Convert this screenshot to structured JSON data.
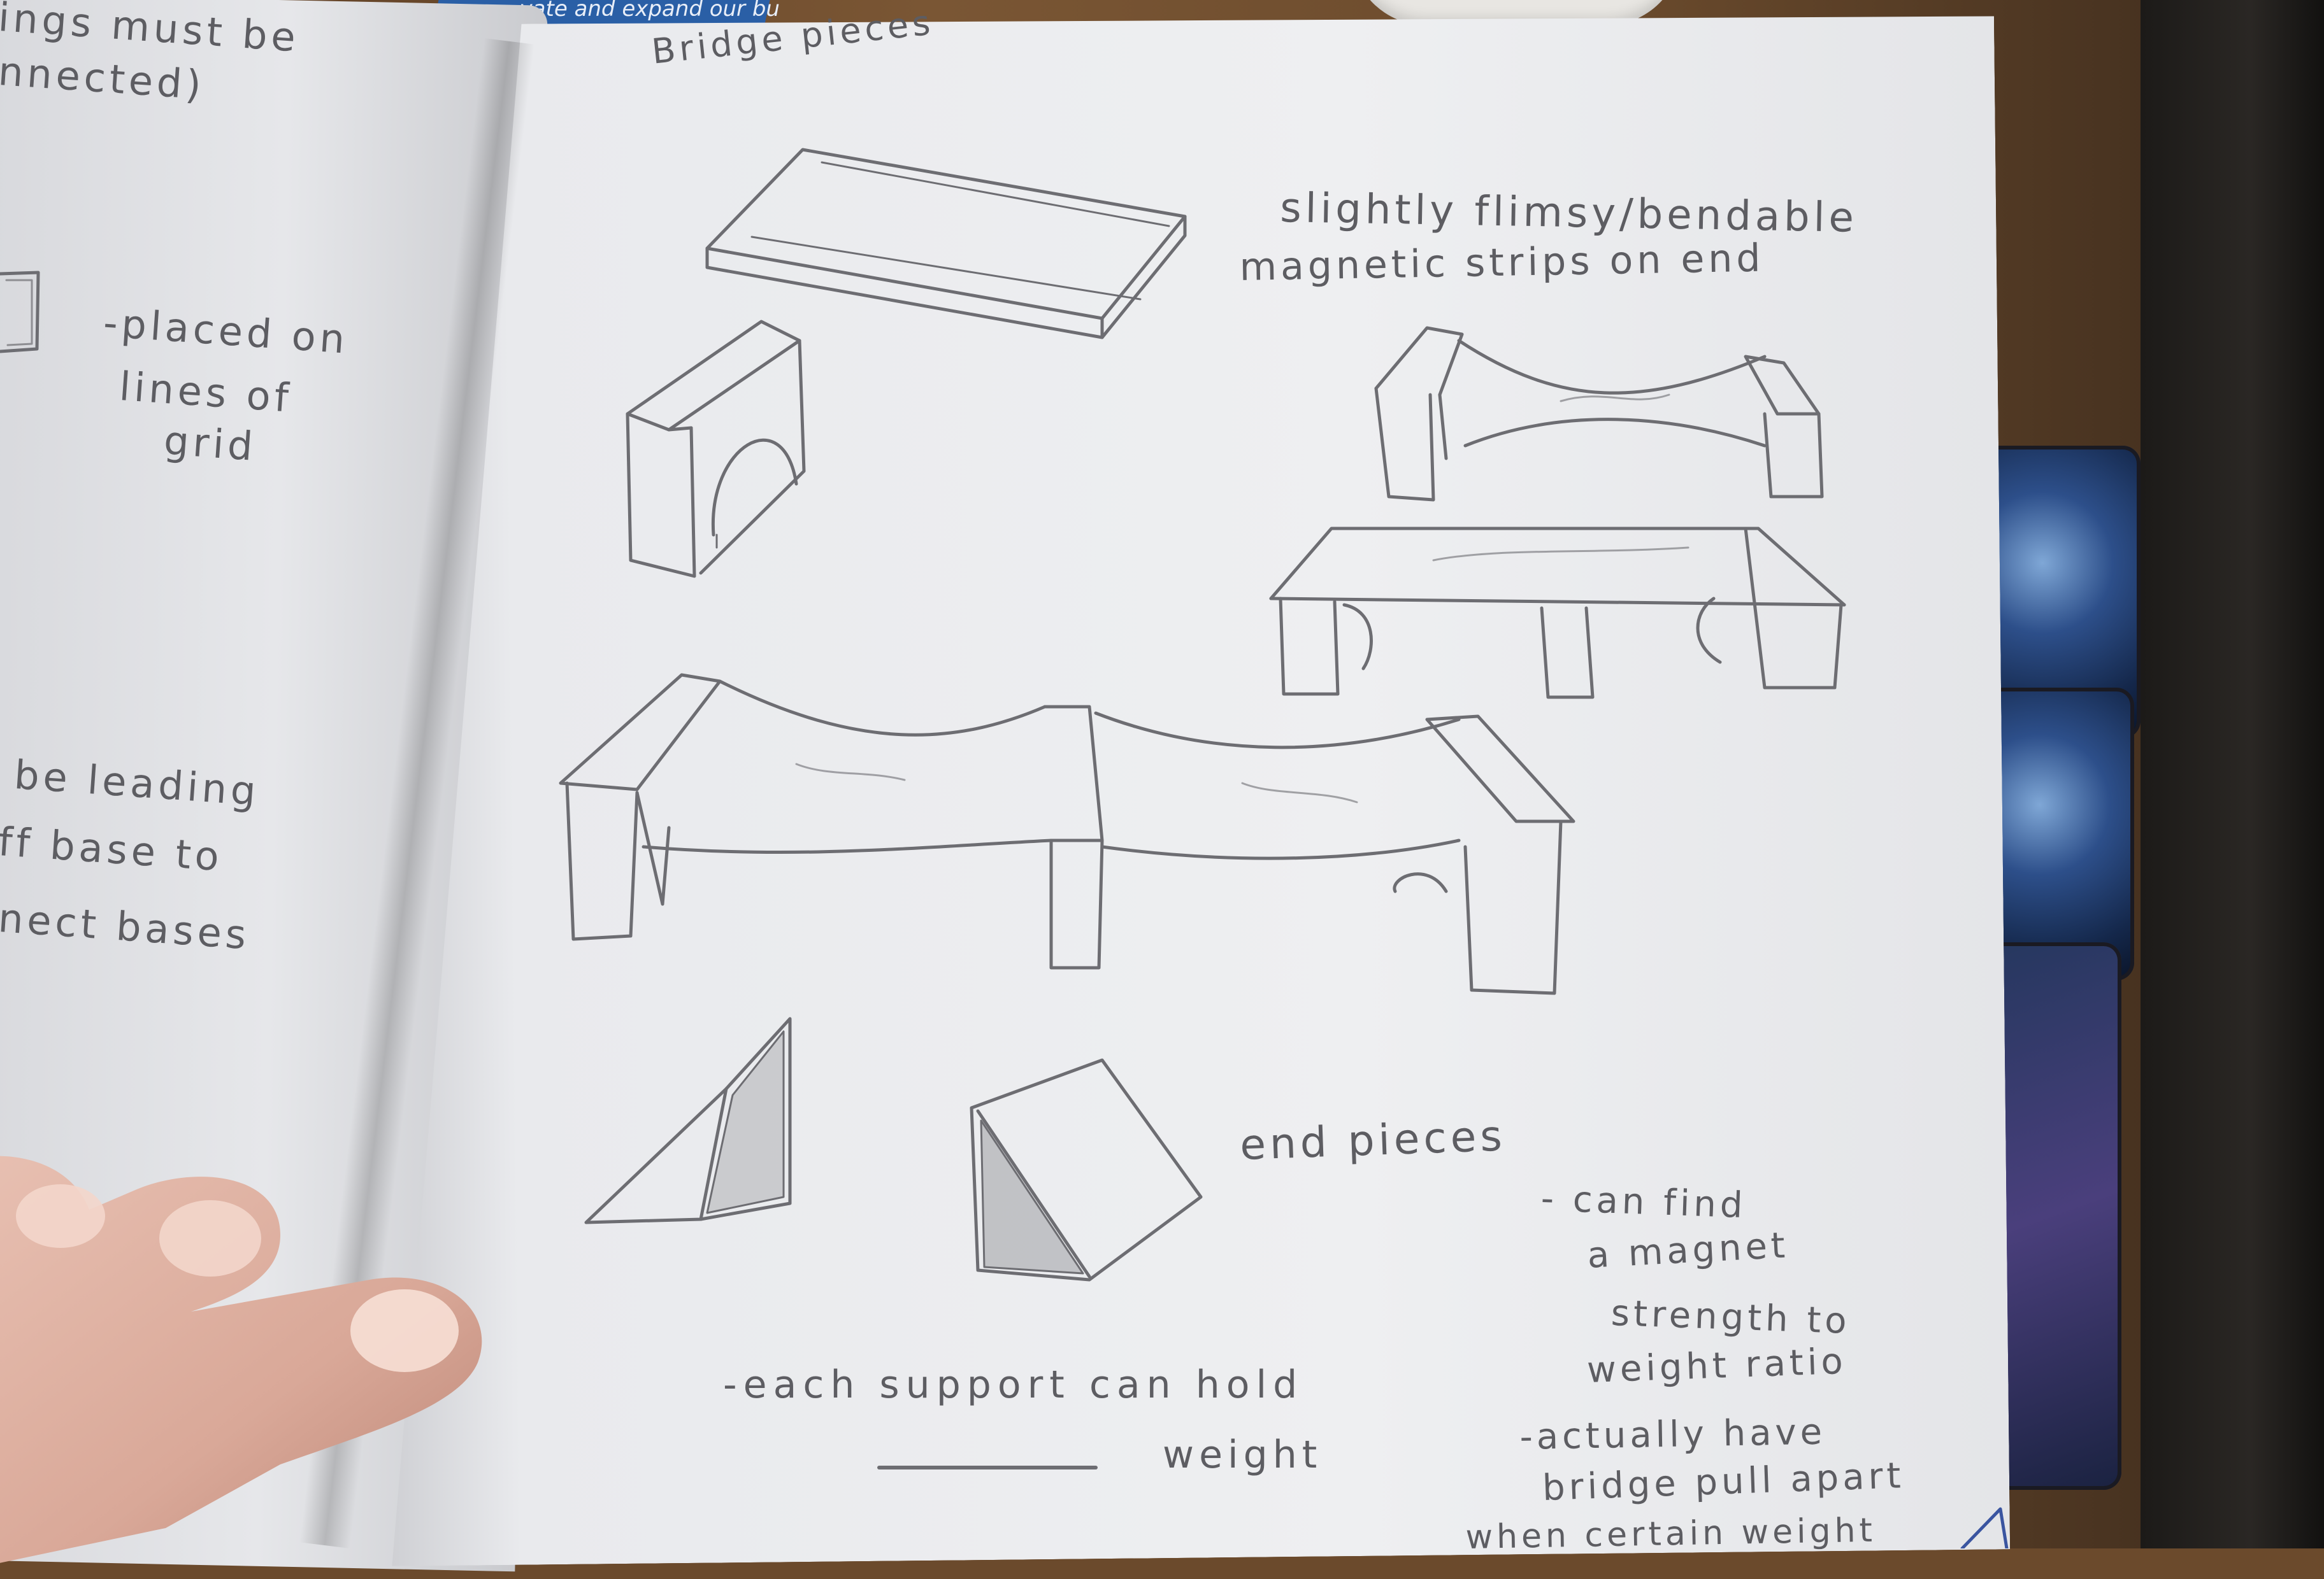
{
  "background_box_text": "vate and expand our bu",
  "left_page": {
    "line1": "ings must be",
    "line2": "nnected)",
    "line3": "-placed on",
    "line4": "lines of",
    "line5": "grid",
    "line6": "be leading",
    "line7": "ff base to",
    "line8": "nect bases"
  },
  "right_page": {
    "title": "Bridge pieces",
    "note_a1": "slightly flimsy/bendable",
    "note_a2": "magnetic strips on end",
    "end_pieces": "end pieces",
    "note_b1": "- can find",
    "note_b2": "a magnet",
    "note_b3": "strength to",
    "note_b4": "weight ratio",
    "note_c1": "-actually have",
    "note_c2": "bridge pull apart",
    "note_c3": "when certain weight",
    "support1": "-each support can hold",
    "support2": "weight"
  }
}
